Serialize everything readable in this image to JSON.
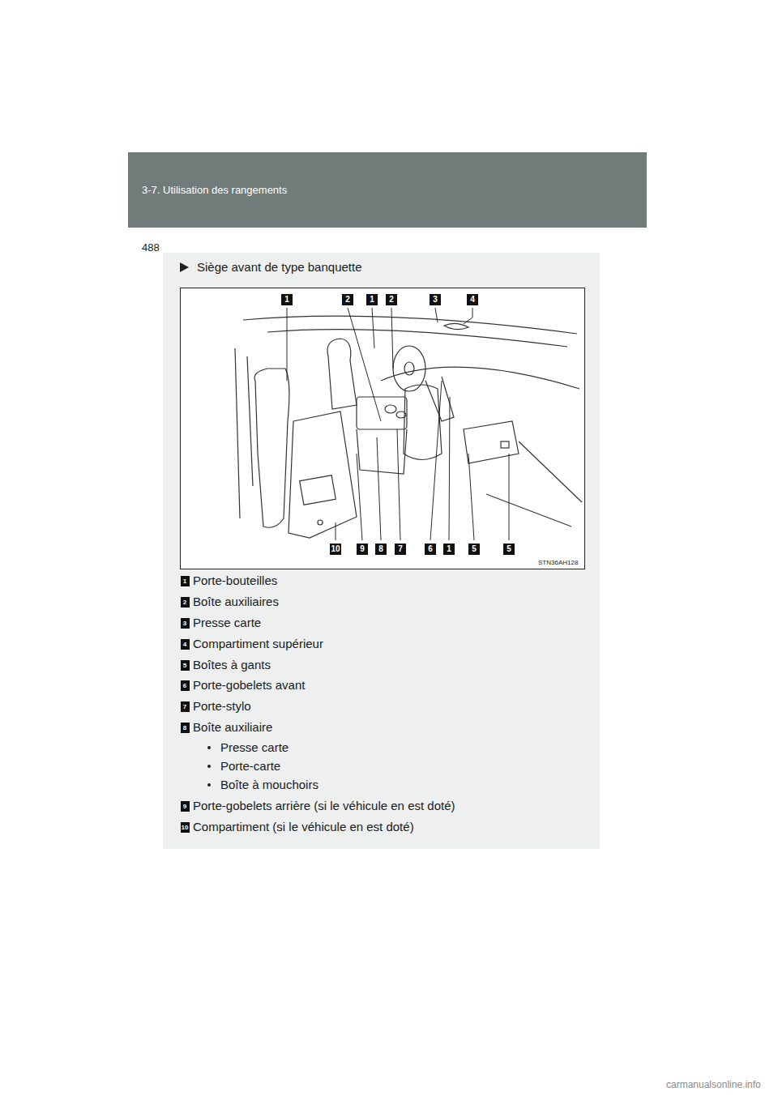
{
  "diagram": {
    "title": "Siège avant de type banquette",
    "labels": [
      "3-7. Utilisation des rangements",
      "488",
      "1",
      "2",
      "1",
      "2",
      "3",
      "4",
      "10",
      "9",
      "8",
      "7",
      "6",
      "1",
      "5",
      "5",
      "STN36AH128",
      "1",
      "Porte-bouteilles",
      "2",
      "Boîte auxiliaires",
      "3",
      "Presse carte",
      "4",
      "Compartiment supérieur",
      "5",
      "Boîtes à gants",
      "6",
      "Porte-gobelets avant",
      "7",
      "Porte-stylo",
      "8",
      "Boîte auxiliaire",
      "Presse carte",
      "Porte-carte",
      "Boîte à mouchoirs",
      "9",
      "Porte-gobelets arrière (si le véhicule en est doté)",
      "10",
      "Compartiment (si le véhicule en est doté)",
      "carmanualsonline.info"
    ]
  }
}
